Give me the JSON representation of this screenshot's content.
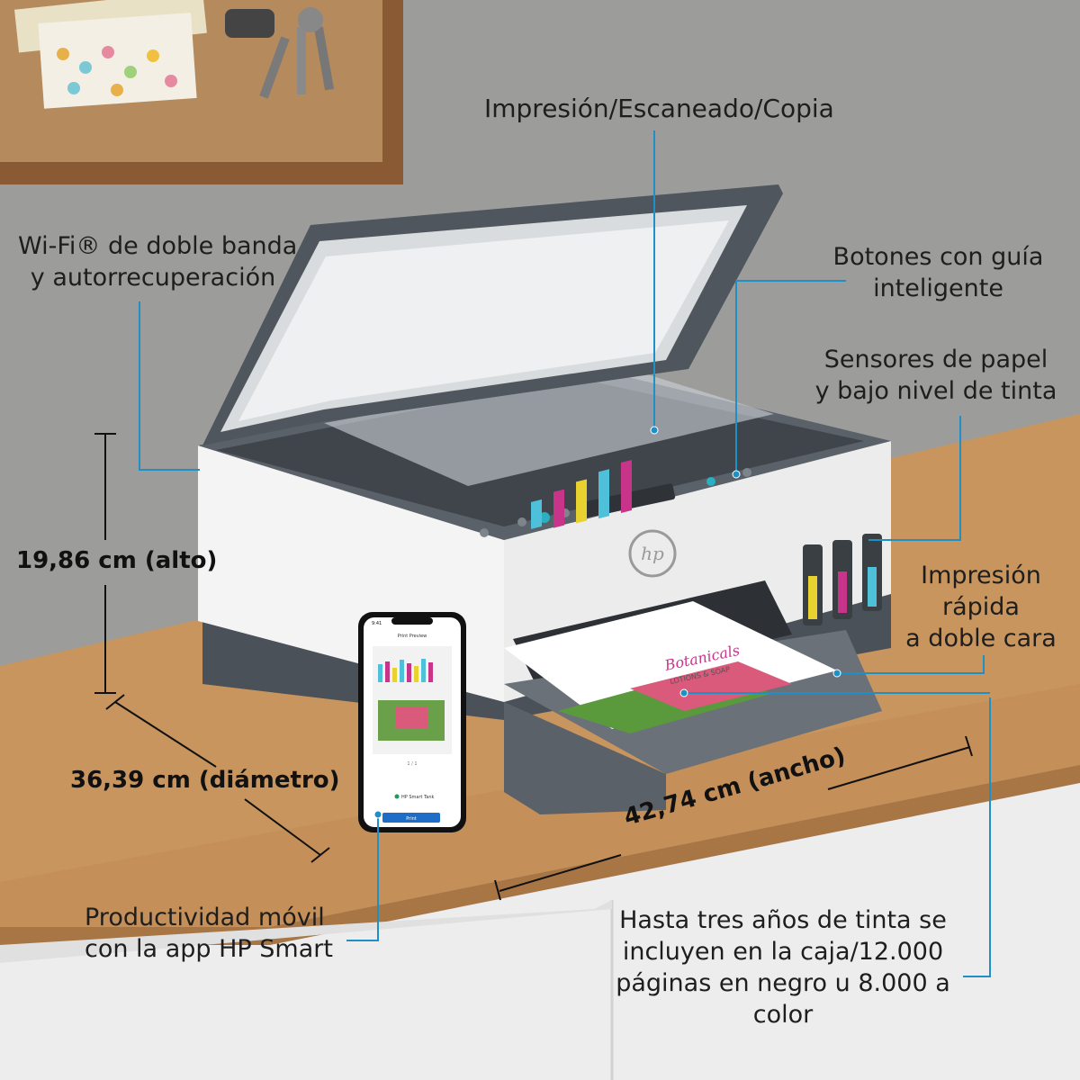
{
  "features": {
    "print_scan_copy": "Impresión/Escaneado/Copia",
    "wifi": [
      "Wi-Fi® de doble banda",
      "y autorrecuperación"
    ],
    "smart_buttons": [
      "Botones con guía",
      "inteligente"
    ],
    "sensors": [
      "Sensores de papel",
      "y bajo nivel de tinta"
    ],
    "duplex": [
      "Impresión",
      "rápida",
      "a doble cara"
    ],
    "mobile": [
      "Productividad móvil",
      "con la app HP Smart"
    ],
    "ink": [
      "Hasta tres años de tinta se",
      "incluyen en la caja/12.000",
      "páginas en negro u 8.000 a",
      "color"
    ]
  },
  "dimensions": {
    "height": "19,86 cm (alto)",
    "depth": "36,39 cm (diámetro)",
    "width": "42,74 cm (ancho)"
  },
  "phone": {
    "time": "9:41",
    "screen_title": "Print Preview",
    "page_count": "1 / 1",
    "printer_name": "HP Smart Tank",
    "print_button": "Print"
  },
  "printout": {
    "brand_line1": "Botanicals",
    "brand_line2": "LOTIONS & SOAP"
  },
  "logo": "hp",
  "colors": {
    "wall": "#9b9b9a",
    "desk": "#c8955e",
    "cabinet": "#eeeeee",
    "callout_line": "#1e90c8",
    "printer_body": "#f2f2f2",
    "printer_dark": "#4a5158"
  }
}
